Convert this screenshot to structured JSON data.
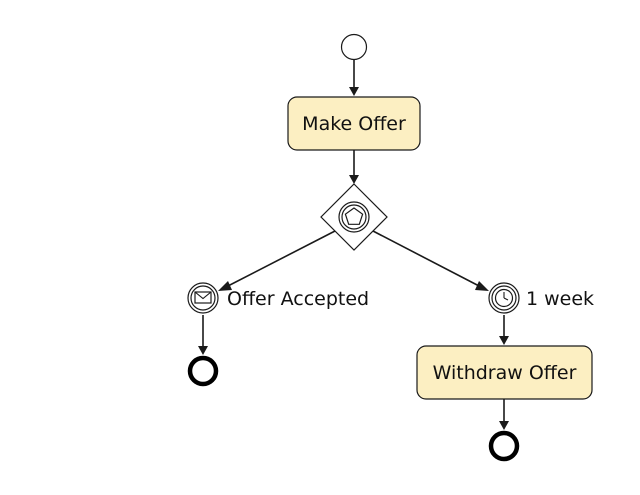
{
  "diagram": {
    "type": "bpmn-process",
    "nodes": {
      "start_event": {
        "kind": "start-event"
      },
      "make_offer": {
        "kind": "task",
        "label": "Make Offer"
      },
      "gateway": {
        "kind": "event-based-gateway"
      },
      "offer_accepted": {
        "kind": "intermediate-message-catch-event",
        "label": "Offer Accepted",
        "icon": "envelope-icon"
      },
      "timer": {
        "kind": "intermediate-timer-catch-event",
        "label": "1 week",
        "icon": "clock-icon"
      },
      "withdraw_offer": {
        "kind": "task",
        "label": "Withdraw Offer"
      },
      "end_event_accepted": {
        "kind": "end-event"
      },
      "end_event_withdrawn": {
        "kind": "end-event"
      }
    },
    "flows": [
      {
        "from": "start_event",
        "to": "make_offer"
      },
      {
        "from": "make_offer",
        "to": "gateway"
      },
      {
        "from": "gateway",
        "to": "offer_accepted"
      },
      {
        "from": "gateway",
        "to": "timer"
      },
      {
        "from": "offer_accepted",
        "to": "end_event_accepted"
      },
      {
        "from": "timer",
        "to": "withdraw_offer"
      },
      {
        "from": "withdraw_offer",
        "to": "end_event_withdrawn"
      }
    ]
  }
}
